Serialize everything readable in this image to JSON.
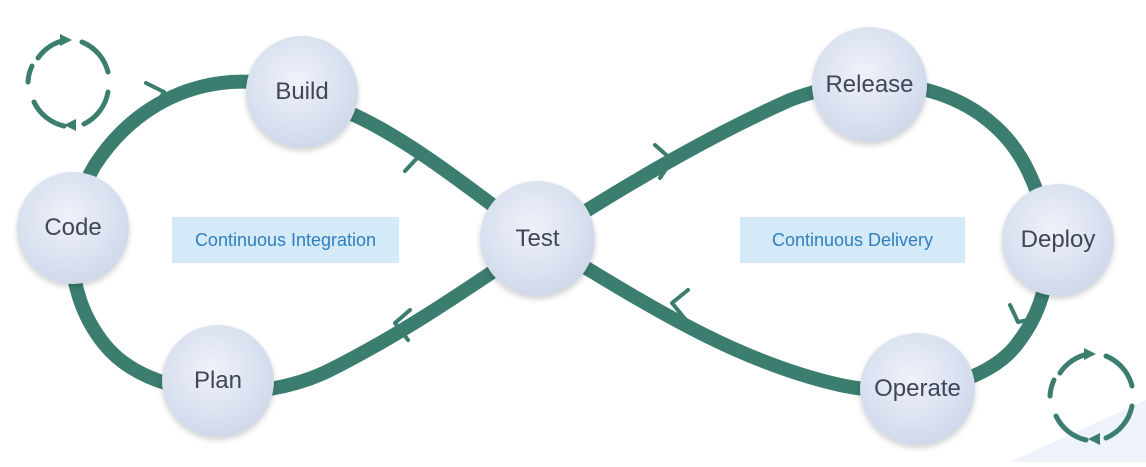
{
  "colors": {
    "loop": "#3b7d6e",
    "node": "#d6deee",
    "label_bg": "#d4eaf8",
    "label_text": "#2f7fc0"
  },
  "nodes": {
    "build": "Build",
    "code": "Code",
    "plan": "Plan",
    "test": "Test",
    "release": "Release",
    "deploy": "Deploy",
    "operate": "Operate"
  },
  "labels": {
    "ci": "Continuous Integration",
    "cd": "Continuous Delivery"
  },
  "icons": [
    "cycle-arrows-icon",
    "cycle-arrows-icon"
  ]
}
